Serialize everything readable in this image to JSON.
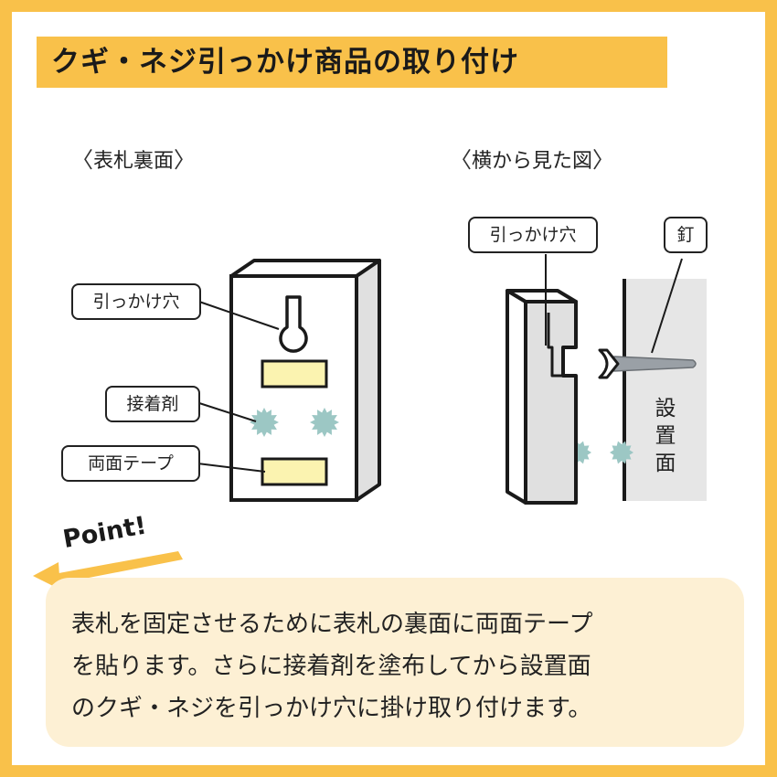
{
  "title": "クギ・ネジ引っかけ商品の取り付け",
  "back_view": {
    "heading": "表札裏面",
    "labels": {
      "hook_hole": "引っかけ穴",
      "adhesive": "接着剤",
      "double_sided_tape": "両面テープ"
    }
  },
  "side_view": {
    "heading": "横から見た図",
    "labels": {
      "hook_hole": "引っかけ穴",
      "nail": "釘",
      "mounting_surface": [
        "設",
        "置",
        "面"
      ]
    }
  },
  "point": {
    "tag": "Point!",
    "lines": [
      "表札を固定させるために表札の裏面に両面テープ",
      "を貼ります。さらに接着剤を塗布してから設置面",
      "のクギ・ネジを引っかけ穴に掛け取り付けます。"
    ]
  },
  "colors": {
    "accent": "#f9c14a",
    "note_bg": "#fdf0d4",
    "tape": "#fbf3b0",
    "adhesive": "#9cc7c4",
    "wall": "#e6e6e6",
    "sign_side": "#e0e0e0"
  }
}
